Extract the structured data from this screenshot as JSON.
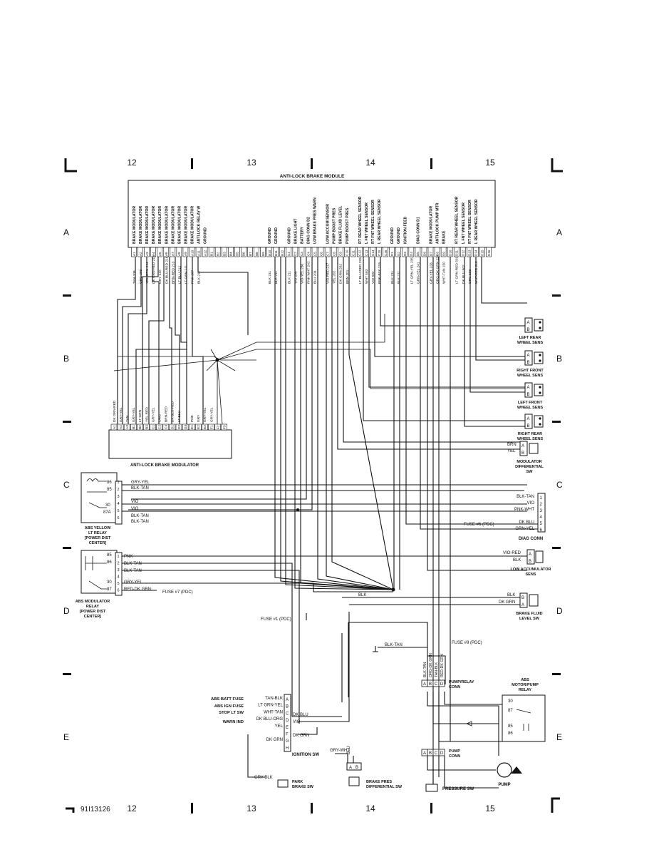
{
  "page": {
    "grid_columns": [
      "12",
      "13",
      "14",
      "15"
    ],
    "grid_rows": [
      "A",
      "B",
      "C",
      "D",
      "E"
    ],
    "figure_id": "91I13126"
  },
  "module": {
    "title": "ANTI-LOCK BRAKE MODULE",
    "pins": [
      {
        "pin": "A1",
        "func": "BRAKE MODULATOR",
        "wire": "TAN 208"
      },
      {
        "pin": "A2",
        "func": "BRAKE MODULATOR",
        "wire": "ORG 209"
      },
      {
        "pin": "A3",
        "func": "BRAKE MODULATOR",
        "wire": "YEL-GRN 214"
      },
      {
        "pin": "A4",
        "func": "BRAKE MODULATOR",
        "wire": "DK GRN-RED 215"
      },
      {
        "pin": "A5",
        "func": "BRAKE MODULATOR",
        "wire": "GRY 210"
      },
      {
        "pin": "A6",
        "func": "BRAKE MODULATOR",
        "wire": "DK BLU-RED 216"
      },
      {
        "pin": "A7",
        "func": "BRAKE MODULATOR",
        "wire": "BRN-RED 213"
      },
      {
        "pin": "A8",
        "func": "BRAKE MODULATOR",
        "wire": "LT BLU 212"
      },
      {
        "pin": "A9",
        "func": "BRAKE MODULATOR",
        "wire": "LT GRN 211"
      },
      {
        "pin": "A10",
        "func": "BRAKE MODULATOR",
        "wire": "PNK 207"
      },
      {
        "pin": "A11",
        "func": "ANTI-LOCK RELAY W",
        "wire": "BLK 211"
      },
      {
        "pin": "A12",
        "func": "GROUND",
        "wire": ""
      },
      {
        "pin": "B1",
        "func": "",
        "wire": ""
      },
      {
        "pin": "B2",
        "func": "",
        "wire": ""
      },
      {
        "pin": "B3",
        "func": "",
        "wire": ""
      },
      {
        "pin": "B4",
        "func": "",
        "wire": ""
      },
      {
        "pin": "B5",
        "func": "",
        "wire": ""
      },
      {
        "pin": "B6",
        "func": "",
        "wire": ""
      },
      {
        "pin": "B7",
        "func": "",
        "wire": ""
      },
      {
        "pin": "B8",
        "func": "",
        "wire": ""
      },
      {
        "pin": "B9",
        "func": "",
        "wire": ""
      },
      {
        "pin": "B10",
        "func": "GROUND",
        "wire": "BLK 211"
      },
      {
        "pin": "B11",
        "func": "GROUND",
        "wire": "BLK 211"
      },
      {
        "pin": "B12",
        "func": "",
        "wire": ""
      },
      {
        "pin": "C1",
        "func": "GROUND",
        "wire": "BLK 211"
      },
      {
        "pin": "C2",
        "func": "BRAKE LIGHT",
        "wire": "VIO 205"
      },
      {
        "pin": "C3",
        "func": "BATTERY",
        "wire": "VIO-YEL 236"
      },
      {
        "pin": "C4",
        "func": "DIAG CONN D2",
        "wire": "PNK-WHT 242"
      },
      {
        "pin": "C5",
        "func": "LOW BRAKE PRES WARN",
        "wire": "BLU 204"
      },
      {
        "pin": "C6",
        "func": "",
        "wire": ""
      },
      {
        "pin": "C7",
        "func": "LOW ACCUM SENSOR",
        "wire": "VIO-RED 217"
      },
      {
        "pin": "C8",
        "func": "PUMP BOOST PRES",
        "wire": "YEL 202"
      },
      {
        "pin": "C9",
        "func": "BRAKE FLUID LEVEL",
        "wire": "DK GRN 202"
      },
      {
        "pin": "C10",
        "func": "PUMP BOOST PRES",
        "wire": "BRN 201"
      },
      {
        "pin": "C11",
        "func": "",
        "wire": ""
      },
      {
        "pin": "C12",
        "func": "RT REAR WHEEL SENSOR",
        "wire": "LT BLU-RED 226"
      },
      {
        "pin": "C13",
        "func": "L FNT WHEEL SENSOR",
        "wire": "WHT 503"
      },
      {
        "pin": "C14",
        "func": "RT FNT WHEEL SENSOR",
        "wire": "VIO 502"
      },
      {
        "pin": "C15",
        "func": "L REAR WHEEL SENSOR",
        "wire": "PNK-BLK 219"
      },
      {
        "pin": "C16",
        "func": "",
        "wire": ""
      },
      {
        "pin": "D1",
        "func": "GROUND",
        "wire": "BLK 211"
      },
      {
        "pin": "D2",
        "func": "GROUND",
        "wire": "BLK 211"
      },
      {
        "pin": "D3",
        "func": "IGNITION FEED",
        "wire": ""
      },
      {
        "pin": "D4",
        "func": "",
        "wire": "LT GRN-YEL 235"
      },
      {
        "pin": "D5",
        "func": "DIAG CONN D1",
        "wire": "GRN-YEL 241"
      },
      {
        "pin": "D6",
        "func": "",
        "wire": ""
      },
      {
        "pin": "D7",
        "func": "BRAKE MODULATOR",
        "wire": "GRY-YEL 233"
      },
      {
        "pin": "D8",
        "func": "ANTI-LOCK PUMP MTR",
        "wire": "ORG-DK GRN 224"
      },
      {
        "pin": "D9",
        "func": "BRAKE",
        "wire": "WHT-TAN 150"
      },
      {
        "pin": "D10",
        "func": "",
        "wire": ""
      },
      {
        "pin": "D11",
        "func": "RT REAR WHEEL SENSOR",
        "wire": "LT GRN-RED 501"
      },
      {
        "pin": "D12",
        "func": "L FNT WHEEL SENSOR",
        "wire": "DK BLU 502"
      },
      {
        "pin": "D13",
        "func": "RT FNT WHEEL SENSOR",
        "wire": "ORG 500"
      },
      {
        "pin": "D14",
        "func": "L REAR WHEEL SENSOR",
        "wire": "WHT-RED 218"
      },
      {
        "pin": "D15",
        "func": "",
        "wire": ""
      },
      {
        "pin": "D16",
        "func": "",
        "wire": ""
      }
    ]
  },
  "modulator": {
    "title": "ANTI-LOCK BRAKE MODULATOR",
    "pins": [
      {
        "pin": "A1",
        "wire": "DK GRN-RED"
      },
      {
        "pin": "A2",
        "wire": "GRY-YEL"
      },
      {
        "pin": "A3",
        "wire": "TAN"
      },
      {
        "pin": "B1",
        "wire": "GRY-YEL"
      },
      {
        "pin": "B2",
        "wire": "LT GRN"
      },
      {
        "pin": "B3",
        "wire": "YEL-RED"
      },
      {
        "pin": "C1",
        "wire": "GRY-YEL"
      },
      {
        "pin": "C2",
        "wire": "ORG"
      },
      {
        "pin": "C3",
        "wire": "BRN-RED"
      },
      {
        "pin": "D1",
        "wire": "DK BLU-RED"
      },
      {
        "pin": "D2",
        "wire": "LT BLU"
      },
      {
        "pin": "D3",
        "wire": ""
      },
      {
        "pin": "E1",
        "wire": "PNK"
      },
      {
        "pin": "E2",
        "wire": "GRY"
      },
      {
        "pin": "E3",
        "wire": "GRY-YEL"
      },
      {
        "pin": "F1",
        "wire": "GRY-YEL"
      },
      {
        "pin": "F2",
        "wire": ""
      },
      {
        "pin": "F3",
        "wire": ""
      }
    ]
  },
  "wheel_sensors": [
    {
      "name1": "LEFT REAR",
      "name2": "WHEEL SENS",
      "pins": [
        "A",
        "B"
      ]
    },
    {
      "name1": "RIGHT FRONT",
      "name2": "WHEEL SENS",
      "pins": [
        "A",
        "B"
      ]
    },
    {
      "name1": "LEFT FRONT",
      "name2": "WHEEL SENS",
      "pins": [
        "A",
        "B"
      ]
    },
    {
      "name1": "RIGHT REAR",
      "name2": "WHEEL SENS",
      "pins": [
        "A",
        "B"
      ]
    }
  ],
  "mod_diff_sw": {
    "name1": "MODULATOR",
    "name2": "DIFFERENTIAL",
    "name3": "SW",
    "wires": [
      "BRN",
      "YEL"
    ],
    "pins": [
      "A",
      "B"
    ]
  },
  "diag_conn": {
    "name": "DIAG CONN",
    "wires": [
      "BLK-TAN",
      "VIO",
      "PNK-WHT",
      "",
      "DK BLU",
      "GRN-YEL"
    ],
    "pins": [
      "1",
      "2",
      "3",
      "4",
      "5",
      "6"
    ],
    "fuse": "FUSE #6 (PDC)"
  },
  "low_accum": {
    "name1": "LOW ACCUMULATOR",
    "name2": "SENS",
    "wires": [
      "VIO-RED",
      "BLK"
    ],
    "pins": [
      "A",
      "B"
    ]
  },
  "brake_fluid": {
    "name1": "BRAKE FLUID",
    "name2": "LEVEL SW",
    "wires": [
      "BLK",
      "DK GRN"
    ],
    "pins": [
      "B",
      "A"
    ]
  },
  "yellow_relay": {
    "name": [
      "ABS YELLOW",
      "LT RELAY",
      "[POWER DIST",
      "CENTER]"
    ],
    "terms": [
      "86",
      "85",
      "30",
      "87A"
    ],
    "wires": [
      "GRY-YEL",
      "BLK-TAN",
      "VIO",
      "VIO",
      "BLK-TAN",
      "BLK-TAN"
    ],
    "pins": [
      "1",
      "2",
      "3",
      "4",
      "5",
      "6"
    ]
  },
  "modulator_relay": {
    "name": [
      "ABS MODULATOR",
      "RELAY",
      "[POWER DIST",
      "CENTER]"
    ],
    "terms": [
      "85",
      "86",
      "30",
      "87"
    ],
    "wires": [
      "PNK",
      "BLK-TAN",
      "BLK-TAN",
      "GRY-YEL",
      "RED-DK GRN"
    ],
    "pins": [
      "1",
      "2",
      "3",
      "4",
      "5",
      "6"
    ],
    "fuse": "FUSE #7 (PDC)"
  },
  "fuse1": "FUSE #1 (PDC)",
  "ground_wire": "BLK-TAN",
  "fuse9": "FUSE #9 (PDC)",
  "pump_relay_conn": {
    "name1": "PUMP/RELAY",
    "name2": "CONN",
    "pins": [
      "A",
      "B",
      "C",
      "D"
    ],
    "wires": [
      "BLK-TAN",
      "ORG-DK GRN",
      "TAN-BLK",
      "RED-DK GRN"
    ]
  },
  "motor_relay": {
    "name": [
      "ABS",
      "MOTOR/PUMP",
      "RELAY"
    ],
    "terms": [
      "30",
      "87",
      "85",
      "86"
    ]
  },
  "pump_conn": {
    "name1": "PUMP",
    "name2": "CONN",
    "pins": [
      "A",
      "B",
      "C",
      "D"
    ]
  },
  "pump": "PUMP",
  "pressure_sw": "PRESSURE SW",
  "warn_conn": {
    "labels": [
      "ABS BATT FUSE",
      "ABS IGN FUSE",
      "STOP LT SW",
      "WARN IND"
    ],
    "wires": [
      "TAN-BLK",
      "LT GRN-YEL",
      "WHT-TAN",
      "DK BLU-ORG",
      "YEL",
      "",
      "DK GRN",
      ""
    ],
    "pins": [
      "A",
      "B",
      "C",
      "D",
      "E",
      "F",
      "G",
      "H"
    ],
    "right_wires": [
      "DK BLU",
      "VIO",
      "DK GRN"
    ]
  },
  "ignition_sw": {
    "label": "IGNITION SW",
    "wire": "GRY-WHT"
  },
  "brake_pres_sw": {
    "name1": "BRAKE PRES",
    "name2": "DIFFERENTIAL SW",
    "pins": [
      "A",
      "B"
    ],
    "wire": "BLU"
  },
  "park_brake": {
    "name1": "PARK",
    "name2": "BRAKE SW",
    "wire": "GRY-BLK"
  }
}
